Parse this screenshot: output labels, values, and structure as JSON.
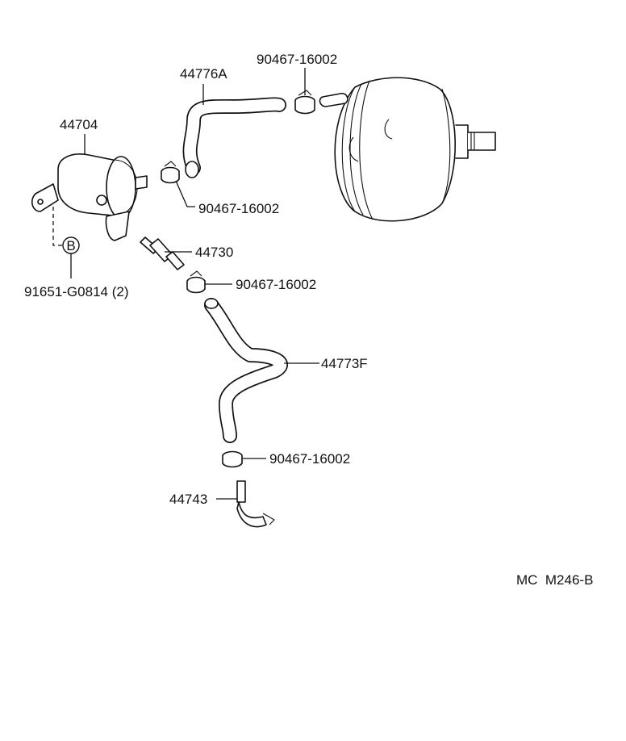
{
  "diagram": {
    "labels": {
      "hose_upper": "44776A",
      "clip_top": "90467-16002",
      "canister": "44704",
      "clip_upper_mid": "90467-16002",
      "check_valve": "44730",
      "bolt_ref": "91651-G0814 (2)",
      "bolt_marker": "B",
      "clip_lower_mid": "90467-16002",
      "hose_lower": "44773F",
      "clip_bottom": "90467-16002",
      "union": "44743",
      "code": "MC  M246-B"
    },
    "icons": [
      "vacuum-tank-icon",
      "brake-booster-icon",
      "check-valve-icon",
      "hose-clip-icon",
      "union-fitting-icon"
    ]
  }
}
